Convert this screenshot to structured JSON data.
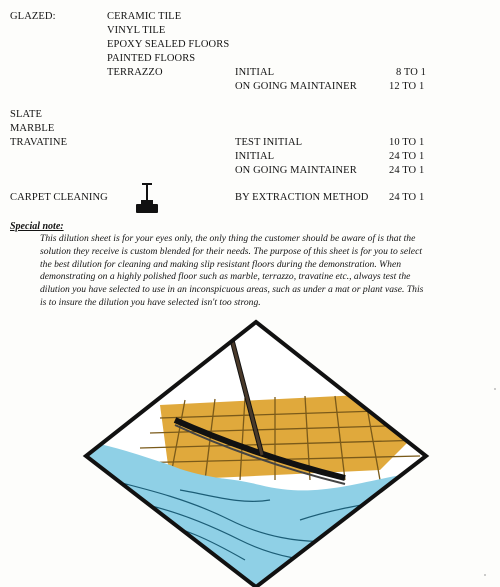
{
  "glazed": {
    "heading": "GLAZED:",
    "surfaces": [
      "CERAMIC TILE",
      "VINYL TILE",
      "EPOXY SEALED FLOORS",
      "PAINTED FLOORS",
      "TERRAZZO"
    ],
    "ratios": [
      {
        "label": "INITIAL",
        "value": "8 TO 1"
      },
      {
        "label": "ON GOING MAINTAINER",
        "value": "12 TO 1"
      }
    ]
  },
  "stone": {
    "surfaces": [
      "SLATE",
      "MARBLE",
      "TRAVATINE"
    ],
    "ratios": [
      {
        "label": "TEST INITIAL",
        "value": "10 TO 1"
      },
      {
        "label": "INITIAL",
        "value": "24 TO 1"
      },
      {
        "label": "ON GOING MAINTAINER",
        "value": "24 TO 1"
      }
    ]
  },
  "carpet": {
    "heading": "CARPET CLEANING",
    "icon": "floor-machine-icon",
    "label": "BY EXTRACTION METHOD",
    "value": "24 TO 1"
  },
  "note": {
    "heading": "Special note:",
    "lines": [
      "This dilution sheet is for your eyes only, the only thing the customer should be aware of is that the",
      "solution they receive is custom blended for their needs. The purpose of this sheet is for you to select",
      "the best dilution for cleaning and making slip resistant floors during the demonstration. When",
      "demonstrating on a highly polished floor such as marble, terrazzo, travatine etc., always test the",
      "dilution you have selected to use in an inconspicuous areas, such as under a mat or plant vase. This",
      "is to insure the dilution you have selected isn't too strong."
    ]
  },
  "illustration": {
    "icon": "squeegee-on-tile-floor-icon",
    "colors": {
      "water": "#8fd0e6",
      "tile": "#e0a93c",
      "grout": "#7a5a1a",
      "outline": "#111111",
      "handle": "#4a3a2a"
    }
  }
}
